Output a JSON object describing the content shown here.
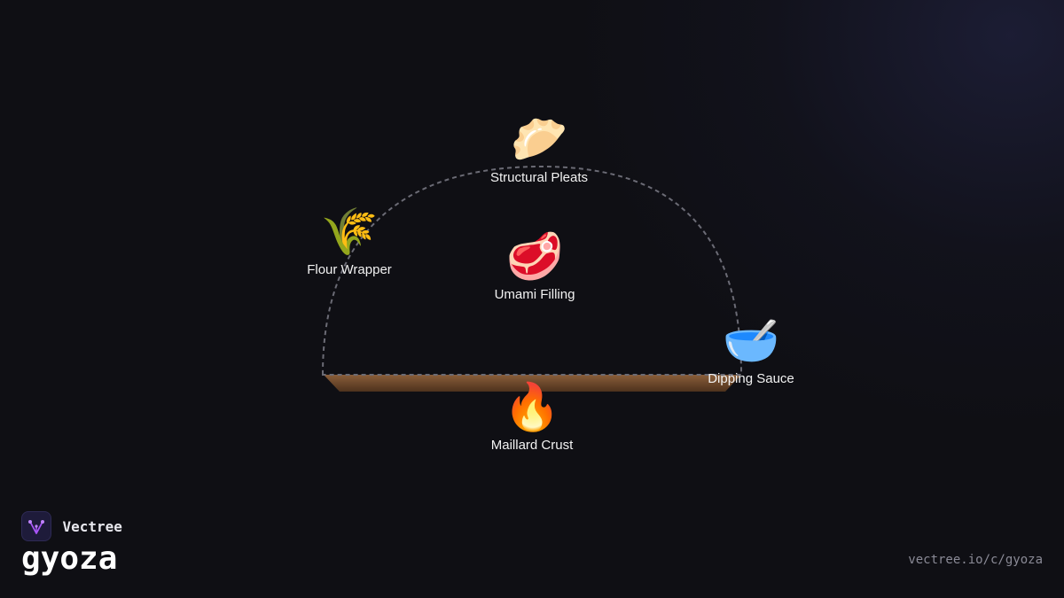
{
  "brand": {
    "name": "Vectree",
    "logo_icon": "vectree-logo-icon",
    "accent": "#a855f7"
  },
  "page": {
    "title": "gyoza",
    "url": "vectree.io/c/gyoza"
  },
  "diagram": {
    "nodes": [
      {
        "id": "structural-pleats",
        "label": "Structural Pleats",
        "icon": "dumpling-icon",
        "emoji": "🥟"
      },
      {
        "id": "flour-wrapper",
        "label": "Flour Wrapper",
        "icon": "wheat-icon",
        "emoji": "🌾"
      },
      {
        "id": "umami-filling",
        "label": "Umami Filling",
        "icon": "meat-icon",
        "emoji": "🥩"
      },
      {
        "id": "dipping-sauce",
        "label": "Dipping Sauce",
        "icon": "bowl-with-spoon-icon",
        "emoji": "🥣"
      },
      {
        "id": "maillard-crust",
        "label": "Maillard Crust",
        "icon": "fire-icon",
        "emoji": "🔥"
      }
    ],
    "colors": {
      "dome_stroke": "#6b6b75",
      "base": "#7a5232",
      "background": "#0f0f14"
    }
  }
}
